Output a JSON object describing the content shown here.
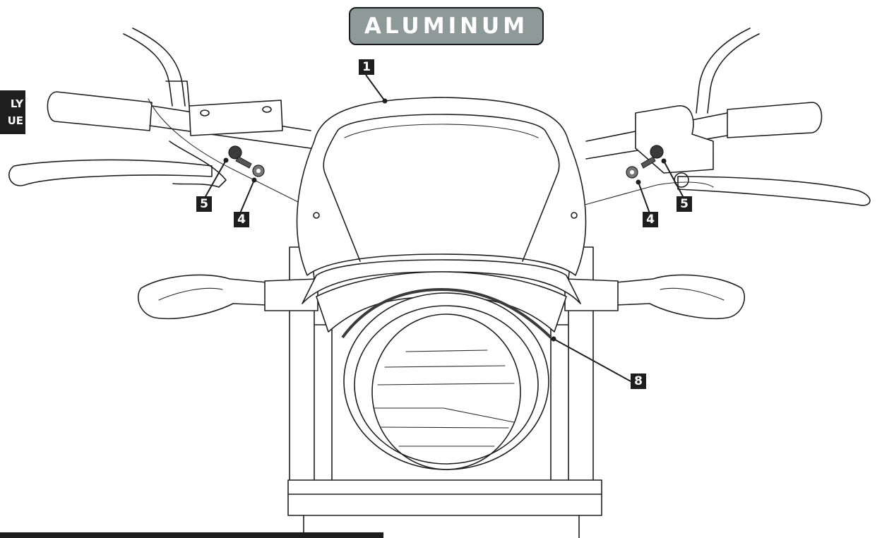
{
  "header": {
    "material_label": "ALUMINUM"
  },
  "side_note": {
    "line1": "LY",
    "line2": "UE"
  },
  "callouts": {
    "windscreen": "1",
    "washer_left": "4",
    "screw_left": "5",
    "washer_right": "4",
    "screw_right": "5",
    "trim_strip": "8"
  },
  "colors": {
    "banner_fill": "#8d9a97",
    "callout_fill": "#1e1e1e",
    "line": "#1f1f1f"
  }
}
